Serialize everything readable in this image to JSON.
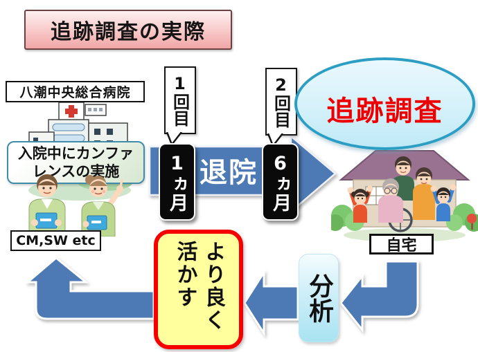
{
  "title": {
    "text": "追跡調査の実際"
  },
  "hospital": {
    "name_label": "八潮中央総合病院",
    "conference_line1": "入院中にカンファ",
    "conference_line2": "レンスの実施",
    "staff_label": "CM,SW etc"
  },
  "timeline": {
    "visit1_callout": "1回目",
    "visit2_callout": "2回目",
    "month1_label": "1ヵ月",
    "month6_label": "6ヵ月",
    "discharge_label": "退院"
  },
  "survey": {
    "label": "追跡調査"
  },
  "home": {
    "label": "自宅"
  },
  "feedback": {
    "analysis_label": "分析",
    "improve_column_right": "より良く",
    "improve_column_left": "活かす"
  },
  "icons": {
    "hospital_illustration": "hospital-buildings",
    "staff_illustration": "care-manager-and-social-worker",
    "home_illustration": "family-with-elderly-at-home"
  },
  "colors": {
    "arrow_blue": "#4d79b4",
    "title_pink": "#f5b5b5",
    "ellipse_border_teal": "#2d9ec3",
    "survey_red": "#ee0000",
    "improve_bg_yellow": "#ffff9d",
    "improve_border_red": "#f70000",
    "analysis_cyan": "#a9e3f2",
    "month_box_black": "#0a0a0a",
    "conference_border_teal": "#3e8ca8"
  }
}
